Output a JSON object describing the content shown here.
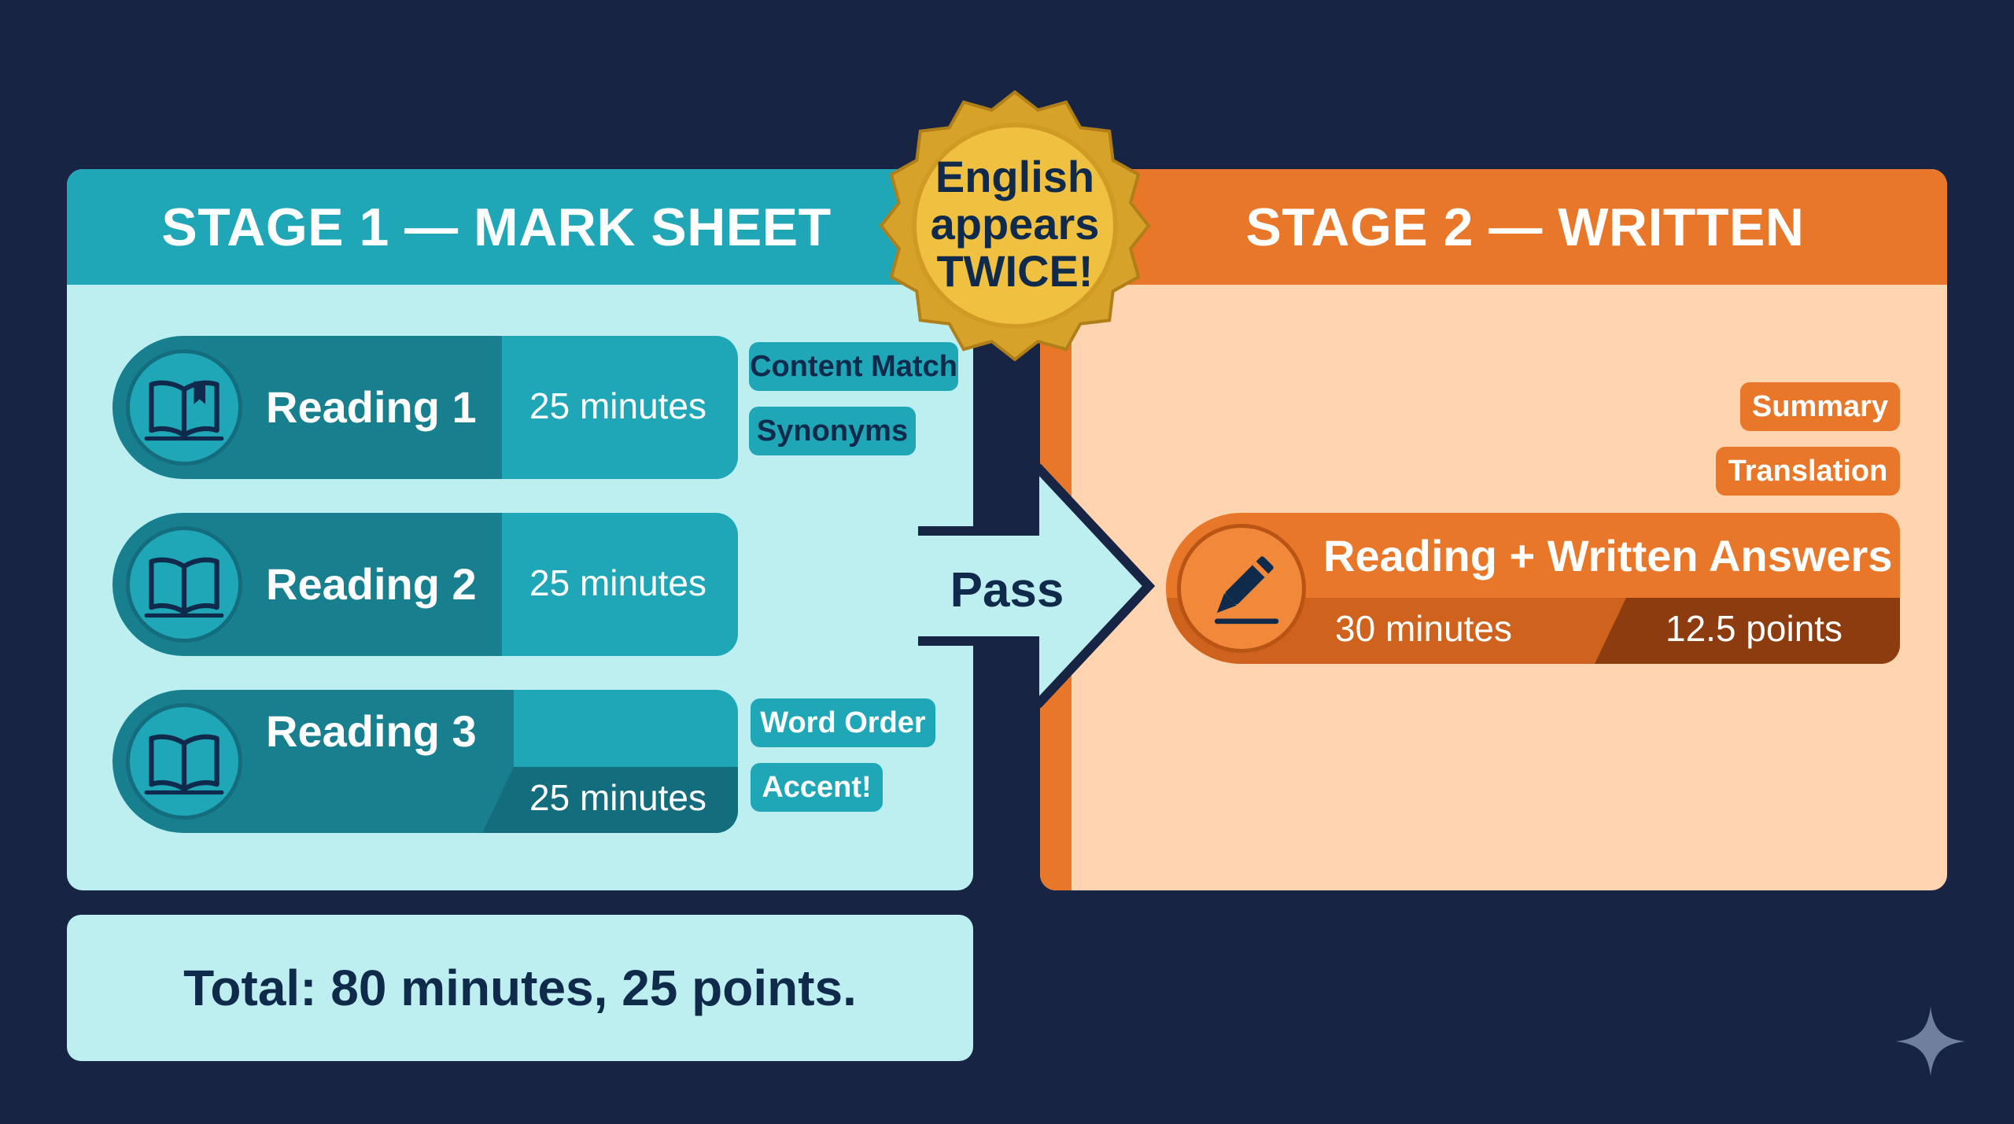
{
  "colors": {
    "background": "#172444",
    "teal": "#1fa7b8",
    "teal_dark": "#187f8f",
    "teal_light": "#bdeef0",
    "orange": "#e8772a",
    "orange_light": "#ffd4b0",
    "orange_dark": "#8c3c0e",
    "gold": "#e8b83a",
    "navy_text": "#0f2a4a"
  },
  "stage1": {
    "title": "STAGE 1 — MARK SHEET",
    "readings": [
      {
        "label": "Reading 1",
        "time": "25 minutes",
        "icon": "open-book-bookmark-icon"
      },
      {
        "label": "Reading 2",
        "time": "25 minutes",
        "icon": "open-book-icon"
      },
      {
        "label": "Reading 3",
        "time": "25 minutes",
        "icon": "open-book-icon"
      }
    ],
    "tags_reading1": [
      "Content Match",
      "Synonyms"
    ],
    "tags_reading3": [
      "Word Order",
      "Accent!"
    ]
  },
  "badge": {
    "lines": [
      "English",
      "appears",
      "TWICE!"
    ]
  },
  "arrow": {
    "label": "Pass",
    "icon": "right-arrow-icon"
  },
  "stage2": {
    "title": "STAGE 2 — WRITTEN",
    "tags": [
      "Summary",
      "Translation"
    ],
    "card": {
      "title": "Reading + Written Answers",
      "time": "30 minutes",
      "points": "12.5 points",
      "icon": "pen-icon"
    }
  },
  "total": {
    "text": "Total: 80 minutes, 25 points."
  }
}
